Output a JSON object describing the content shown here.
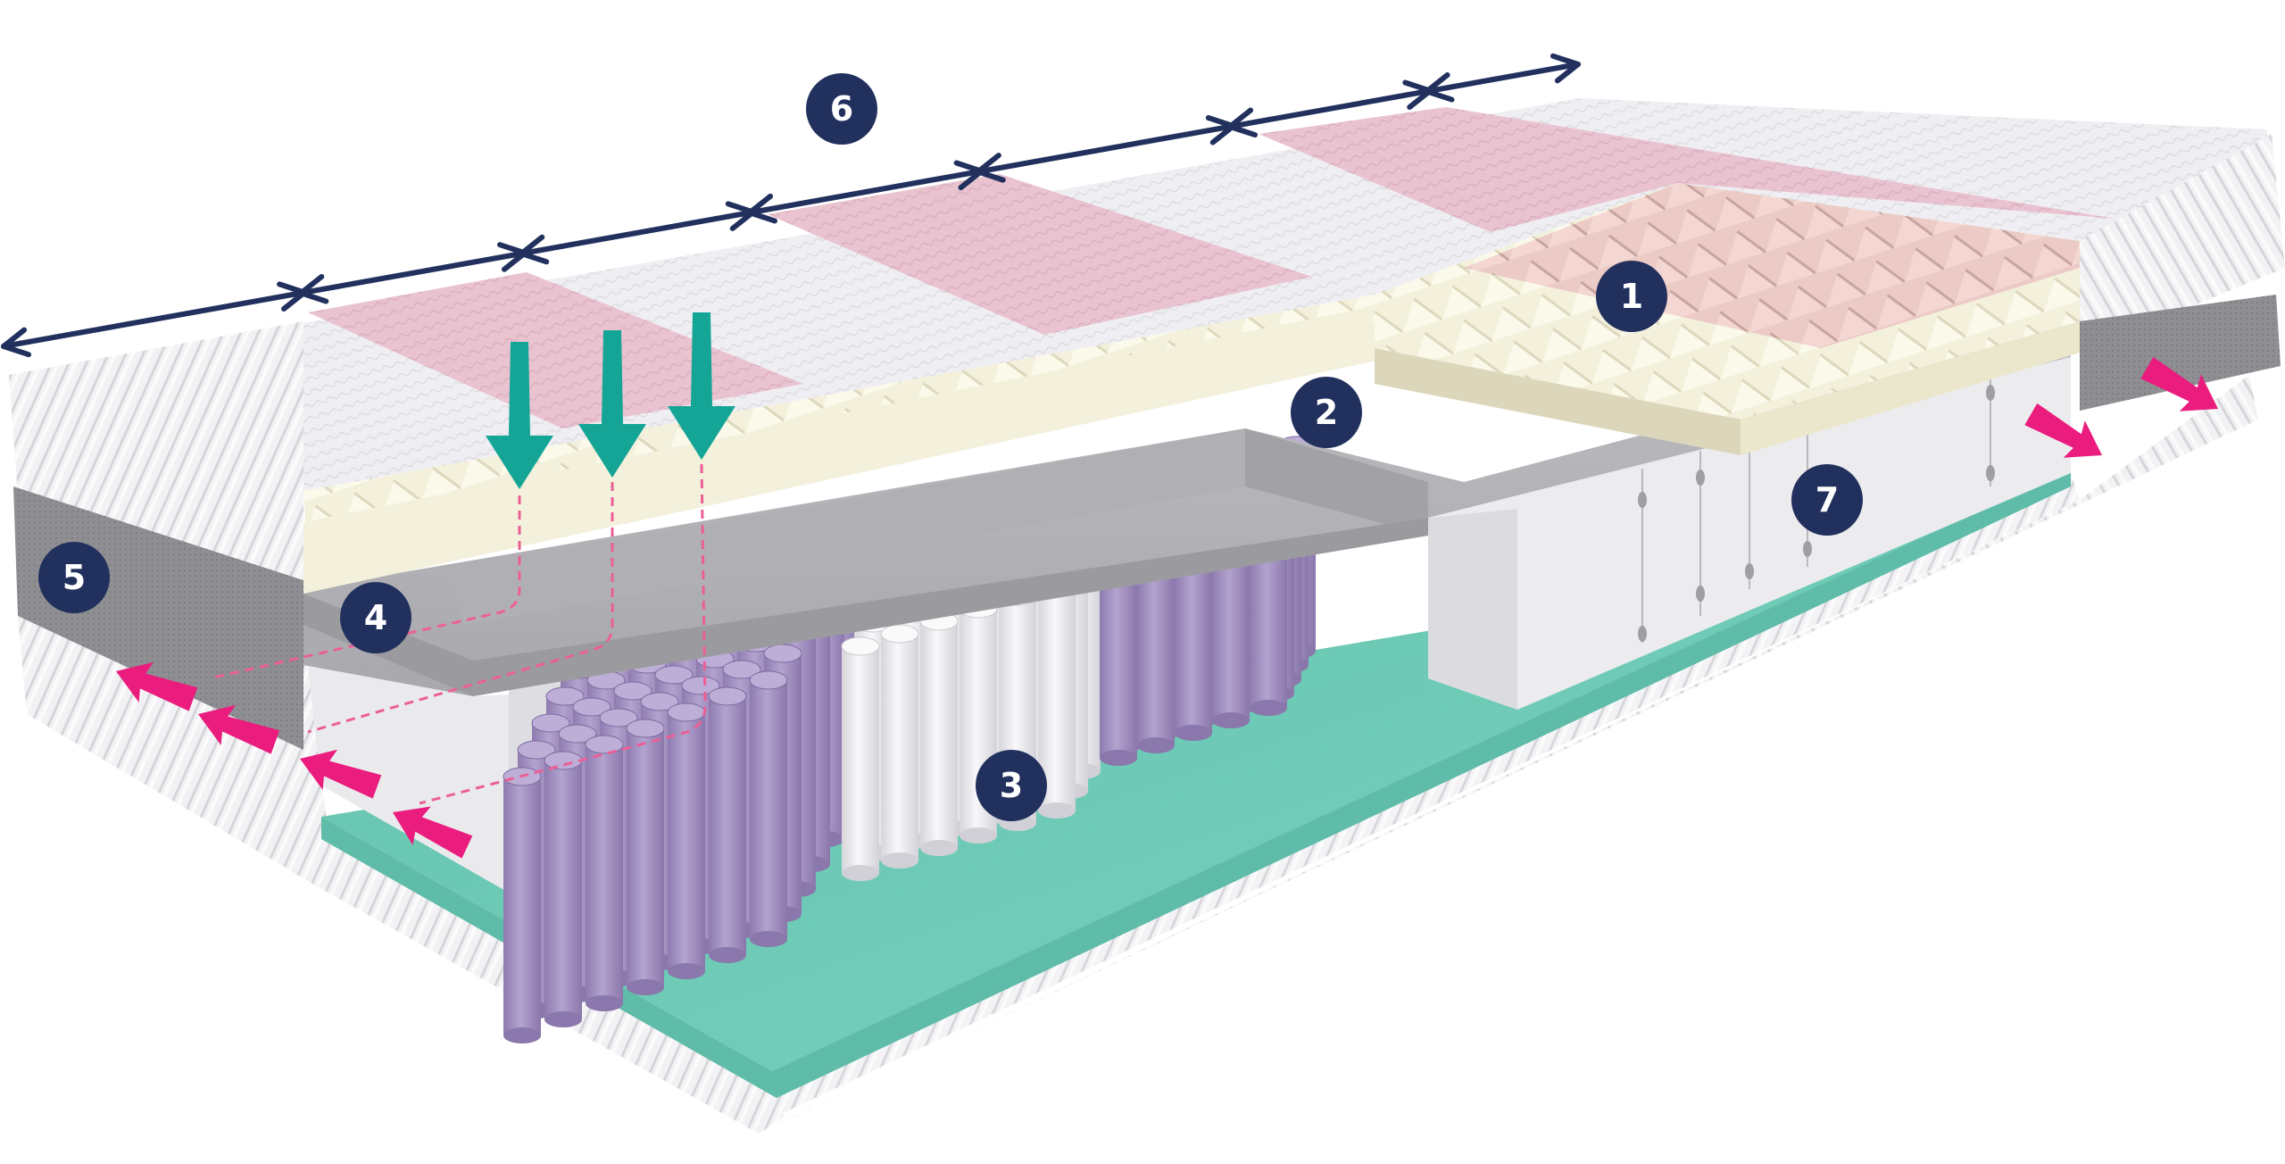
{
  "diagram": {
    "subject": "Mattress cross-section with numbered layers",
    "colors": {
      "badge_fill": "#22305e",
      "badge_text": "#ffffff",
      "dimension_line": "#22305e",
      "pressure_arrow": "#14a596",
      "airflow_arrow": "#ea1c7e",
      "airflow_dashes": "#ec5f96",
      "cover_white": "#eeeef2",
      "zone_pink": "#e8c2cf",
      "comfort_foam": "#f3f0dc",
      "comfort_foam_pink": "#ebc6c2",
      "grey_foam": "#b6b6ba",
      "side_mesh": "#8e8e92",
      "pocket_springs_purple": "#a896c4",
      "pocket_springs_white": "#ebebee",
      "base_foam": "#6ecbb6",
      "perimeter_foam": "#f1f1f3"
    },
    "badges": [
      {
        "label": "1",
        "name": "badge-1-comfort-foam-layer"
      },
      {
        "label": "2",
        "name": "badge-2-grey-foam-layer"
      },
      {
        "label": "3",
        "name": "badge-3-pocket-springs"
      },
      {
        "label": "4",
        "name": "badge-4-airflow-channels"
      },
      {
        "label": "5",
        "name": "badge-5-breathable-side-mesh"
      },
      {
        "label": "6",
        "name": "badge-6-zones"
      },
      {
        "label": "7",
        "name": "badge-7-perimeter-foam"
      }
    ],
    "zones": {
      "count": 6,
      "pattern": [
        "white",
        "pink",
        "white",
        "pink",
        "white",
        "pink"
      ]
    },
    "pressure_arrows_count": 3,
    "airflow_arrows_count": 6
  }
}
